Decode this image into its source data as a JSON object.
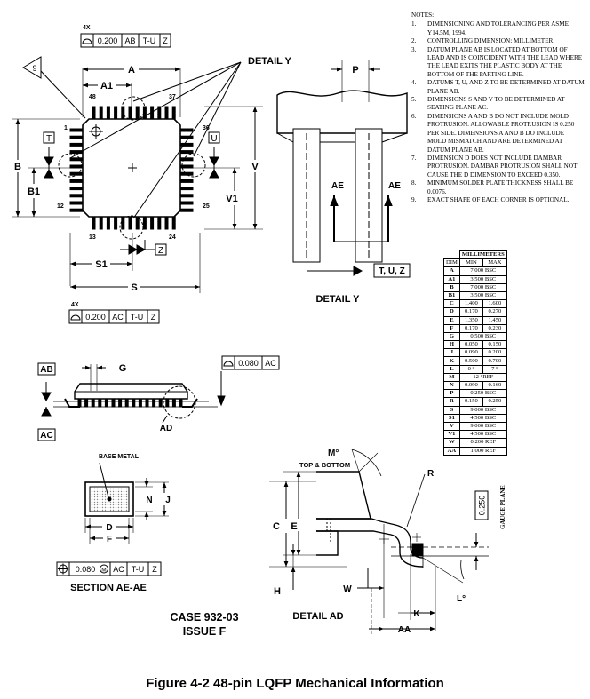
{
  "figure_caption": "Figure 4-2 48-pin LQFP Mechanical Information",
  "case_label": {
    "line1": "CASE 932-03",
    "line2": "ISSUE F"
  },
  "top_view": {
    "datum_T": "T",
    "datum_U": "U",
    "datum_Z": "Z",
    "note_9": "9",
    "dim_A": "A",
    "dim_A1": "A1",
    "dim_B": "B",
    "dim_B1": "B1",
    "dim_V": "V",
    "dim_V1": "V1",
    "dim_S": "S",
    "dim_S1": "S1",
    "pin_1": "1",
    "pin_12": "12",
    "pin_13": "13",
    "pin_24": "24",
    "pin_25": "25",
    "pin_36": "36",
    "pin_37": "37",
    "pin_48": "48",
    "detail_y_label": "DETAIL Y",
    "fcf_top": {
      "count": "4X",
      "tol": "0.200",
      "ref1": "AB",
      "ref2": "T-U",
      "ref3": "Z"
    },
    "fcf_bottom": {
      "count": "4X",
      "tol": "0.200",
      "ref1": "AC",
      "ref2": "T-U",
      "ref3": "Z"
    }
  },
  "detail_y": {
    "title": "DETAIL Y",
    "dim_P": "P",
    "ae_left": "AE",
    "ae_right": "AE",
    "datum_ref": "T, U, Z"
  },
  "side_view": {
    "datum_AB": "AB",
    "datum_AC": "AC",
    "dim_G": "G",
    "detail_ad": "AD",
    "flatness": {
      "tol": "0.080",
      "ref": "AC"
    }
  },
  "section_ae": {
    "base_metal": "BASE METAL",
    "dim_N": "N",
    "dim_J": "J",
    "dim_F": "F",
    "dim_D": "D",
    "title": "SECTION AE-AE",
    "fcf": {
      "tol": "0.080",
      "mod": "M",
      "ref1": "AC",
      "ref2": "T-U",
      "ref3": "Z"
    }
  },
  "detail_ad": {
    "title": "DETAIL AD",
    "angle_M": "M°",
    "top_bottom": "TOP & BOTTOM",
    "dim_R": "R",
    "dim_C": "C",
    "dim_E": "E",
    "dim_H": "H",
    "dim_W": "W",
    "dim_K": "K",
    "dim_AA": "AA",
    "angle_L": "L°",
    "gauge_value": "0.250",
    "gauge_plane": "GAUGE PLANE"
  },
  "notes": {
    "title": "NOTES:",
    "items": [
      {
        "num": "1.",
        "text": "DIMENSIONING AND TOLERANCING PER ASME Y14.5M, 1994."
      },
      {
        "num": "2.",
        "text": "CONTROLLING DIMENSION: MILLIMETER."
      },
      {
        "num": "3.",
        "text": "DATUM PLANE AB IS LOCATED AT BOTTOM OF LEAD AND IS COINCIDENT WITH THE LEAD WHERE THE LEAD EXITS THE PLASTIC BODY AT THE BOTTOM OF THE PARTING LINE."
      },
      {
        "num": "4.",
        "text": "DATUMS T, U, AND Z TO BE DETERMINED AT DATUM PLANE AB."
      },
      {
        "num": "5.",
        "text": "DIMENSIONS S AND V TO BE DETERMINED AT SEATING PLANE AC."
      },
      {
        "num": "6.",
        "text": "DIMENSIONS A AND B DO NOT INCLUDE MOLD PROTRUSION. ALLOWABLE PROTRUSION IS 0.250 PER SIDE. DIMENSIONS A AND B DO INCLUDE MOLD MISMATCH AND ARE DETERMINED AT DATUM PLANE AB."
      },
      {
        "num": "7.",
        "text": "DIMENSION D DOES NOT INCLUDE DAMBAR PROTRUSION. DAMBAR PROTRUSION SHALL NOT CAUSE THE D DIMENSION TO EXCEED 0.350."
      },
      {
        "num": "8.",
        "text": "MINIMUM SOLDER PLATE THICKNESS SHALL BE 0.0076."
      },
      {
        "num": "9.",
        "text": "EXACT SHAPE OF EACH CORNER IS OPTIONAL."
      }
    ]
  },
  "dimension_table": {
    "units": "MILLIMETERS",
    "headers": [
      "DIM",
      "MIN",
      "MAX"
    ],
    "rows": [
      {
        "dim": "A",
        "min": "7.000 BSC",
        "max": ""
      },
      {
        "dim": "A1",
        "min": "3.500 BSC",
        "max": ""
      },
      {
        "dim": "B",
        "min": "7.000 BSC",
        "max": ""
      },
      {
        "dim": "B1",
        "min": "3.500 BSC",
        "max": ""
      },
      {
        "dim": "C",
        "min": "1.400",
        "max": "1.600"
      },
      {
        "dim": "D",
        "min": "0.170",
        "max": "0.270"
      },
      {
        "dim": "E",
        "min": "1.350",
        "max": "1.450"
      },
      {
        "dim": "F",
        "min": "0.170",
        "max": "0.230"
      },
      {
        "dim": "G",
        "min": "0.500 BSC",
        "max": ""
      },
      {
        "dim": "H",
        "min": "0.050",
        "max": "0.150"
      },
      {
        "dim": "J",
        "min": "0.090",
        "max": "0.200"
      },
      {
        "dim": "K",
        "min": "0.500",
        "max": "0.700"
      },
      {
        "dim": "L",
        "min": "0 °",
        "max": "7 °"
      },
      {
        "dim": "M",
        "min": "12 °REF",
        "max": ""
      },
      {
        "dim": "N",
        "min": "0.090",
        "max": "0.160"
      },
      {
        "dim": "P",
        "min": "0.250 BSC",
        "max": ""
      },
      {
        "dim": "R",
        "min": "0.150",
        "max": "0.250"
      },
      {
        "dim": "S",
        "min": "9.000 BSC",
        "max": ""
      },
      {
        "dim": "S1",
        "min": "4.500 BSC",
        "max": ""
      },
      {
        "dim": "V",
        "min": "9.000 BSC",
        "max": ""
      },
      {
        "dim": "V1",
        "min": "4.500 BSC",
        "max": ""
      },
      {
        "dim": "W",
        "min": "0.200 REF",
        "max": ""
      },
      {
        "dim": "AA",
        "min": "1.000 REF",
        "max": ""
      }
    ]
  }
}
